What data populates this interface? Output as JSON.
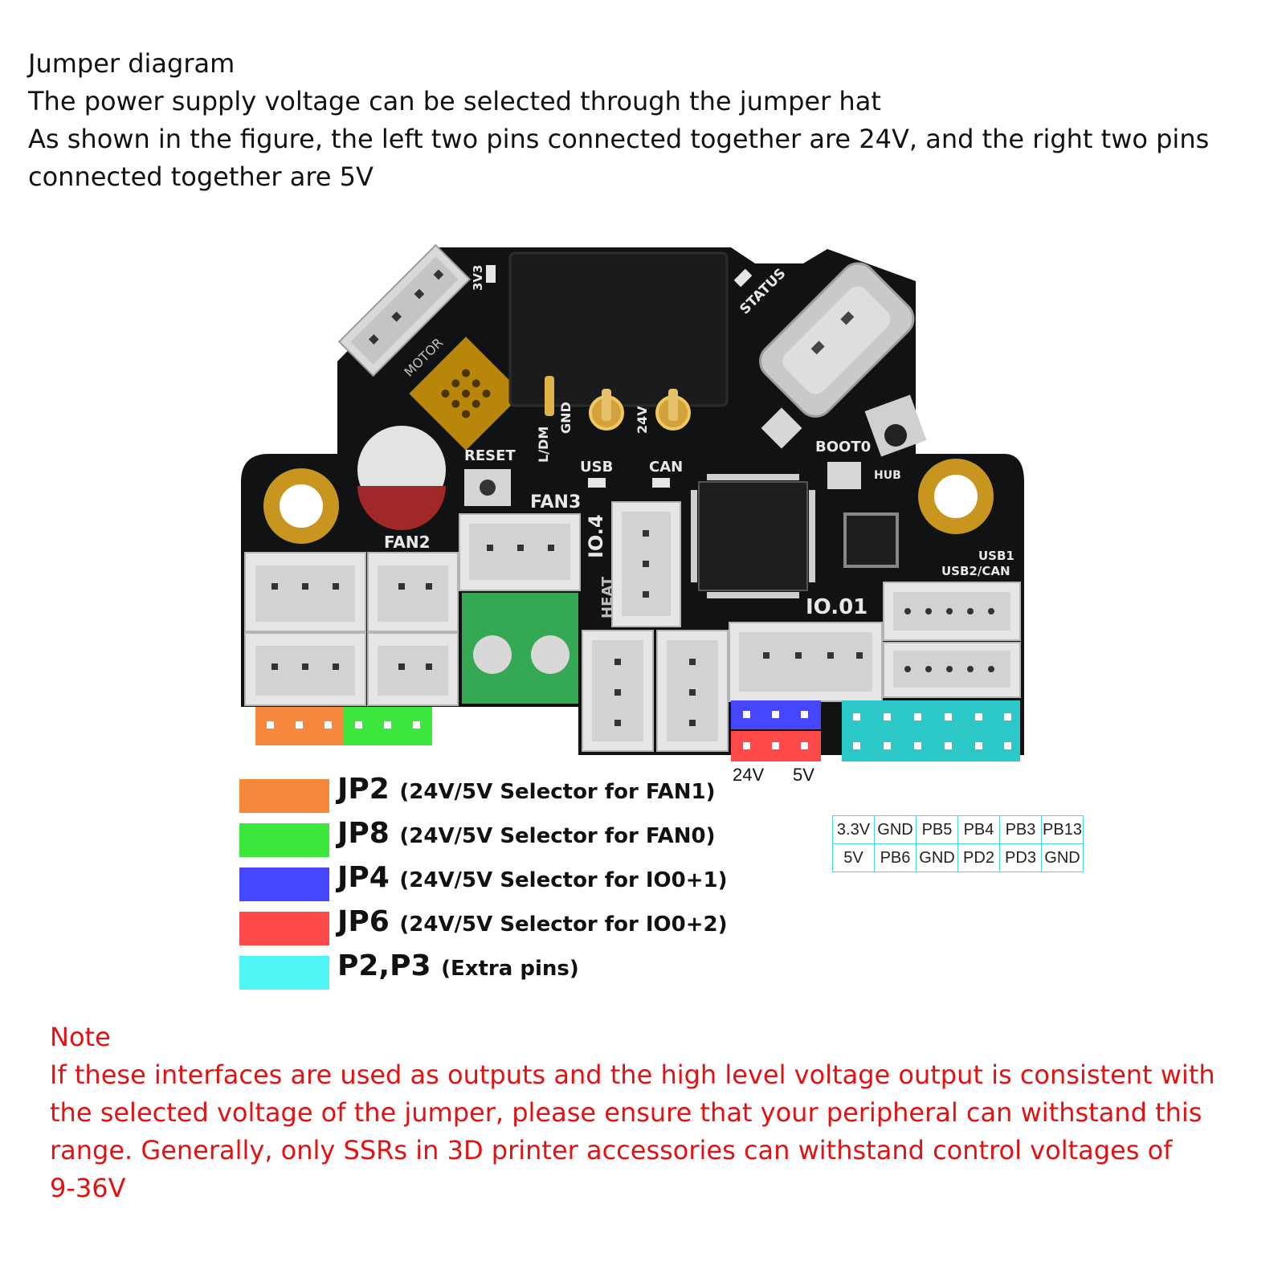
{
  "intro": {
    "title": "Jumper diagram",
    "line1": "The power supply voltage can be selected through the jumper hat",
    "line2": "As shown in the figure, the left two pins connected together are 24V, and the right two pins",
    "line3": "connected together are 5V"
  },
  "board": {
    "labels": {
      "v3v3": "3V3",
      "motor": "MOTOR",
      "status": "STATUS",
      "gnd": "GND",
      "ldm": "L/DM",
      "v24": "24V",
      "reset": "RESET",
      "usb": "USB",
      "can": "CAN",
      "boot0": "BOOT0",
      "hub": "HUB",
      "fan3": "FAN3",
      "fan2": "FAN2",
      "io4": "IO.4",
      "heat": "HEAT",
      "io01": "IO.01",
      "usb1": "USB1",
      "usb2can": "USB2/CAN"
    }
  },
  "jumper_labels": {
    "left": "24V",
    "right": "5V"
  },
  "legend": [
    {
      "name": "JP2",
      "desc": "(24V/5V Selector for FAN1)",
      "color": "#f5883a"
    },
    {
      "name": "JP8",
      "desc": "(24V/5V Selector for FAN0)",
      "color": "#3de63d"
    },
    {
      "name": "JP4",
      "desc": "(24V/5V Selector for IO0+1)",
      "color": "#4646ff"
    },
    {
      "name": "JP6",
      "desc": "(24V/5V Selector for IO0+2)",
      "color": "#ff4848"
    },
    {
      "name": "P2,P3",
      "desc": "(Extra pins)",
      "color": "#4df5f5"
    }
  ],
  "pin_table": [
    [
      "3.3V",
      "GND",
      "PB5",
      "PB4",
      "PB3",
      "PB13"
    ],
    [
      "5V",
      "PB6",
      "GND",
      "PD2",
      "PD3",
      "GND"
    ]
  ],
  "note": {
    "title": "Note",
    "line1": "If these interfaces are used as outputs and the high level voltage output is consistent with",
    "line2": "the selected voltage of the jumper, please ensure that your peripheral can withstand this",
    "line3": "range. Generally, only SSRs in 3D printer accessories can withstand control voltages of",
    "line4": "9-36V"
  }
}
